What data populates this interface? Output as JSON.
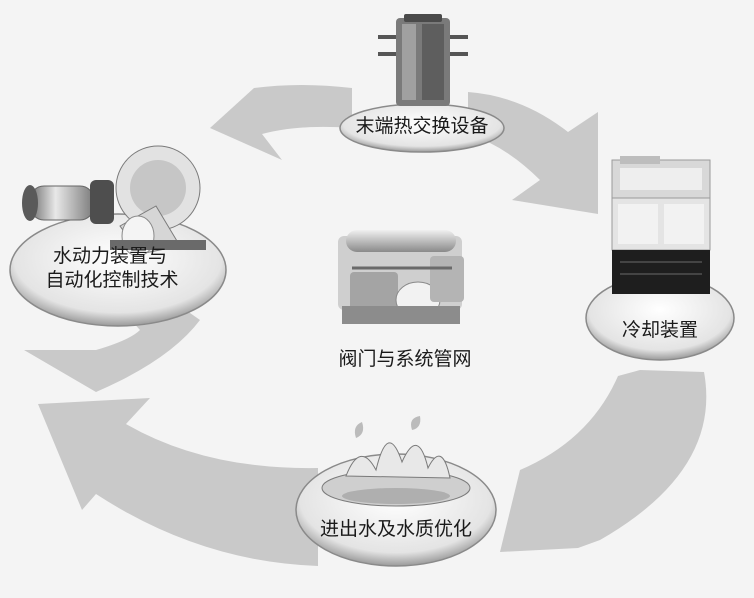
{
  "nodes": {
    "top_label": "末端热交换设备",
    "right_label": "冷却装置",
    "center_label": "阀门与系统管网",
    "bottom_label": "进出水及水质优化",
    "left_label_line1": "水动力装置与",
    "left_label_line2": "自动化控制技术"
  },
  "colors": {
    "arrow": "#c8c8c8",
    "plate": "#e6e6e6",
    "plate_edge": "#8a8a8a",
    "device_dark": "#5a5a5a",
    "device_mid": "#a8a8a8",
    "device_light": "#d8d8d8"
  }
}
